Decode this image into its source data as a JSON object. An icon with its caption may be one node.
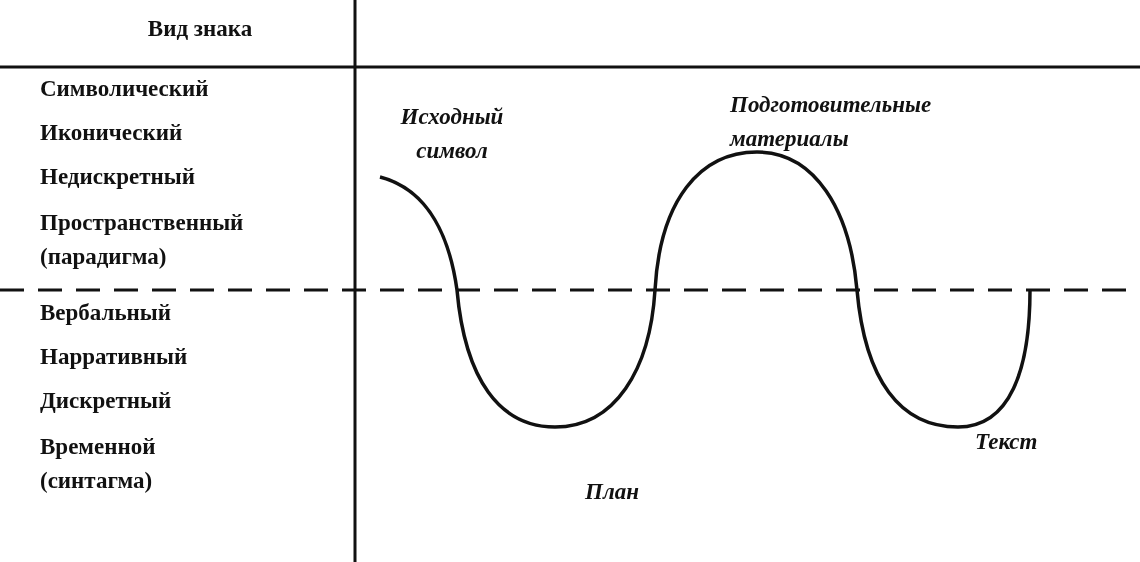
{
  "diagram": {
    "labels": [
      "Вид знака",
      "Символический",
      "Иконический",
      "Недискретный",
      "Пространственный (парадигма)",
      "Исходный символ",
      "Подготовительные материалы",
      "Вербальный",
      "Нарративный",
      "Дискретный",
      "Временной (синтагма)",
      "План",
      "Текст"
    ]
  }
}
